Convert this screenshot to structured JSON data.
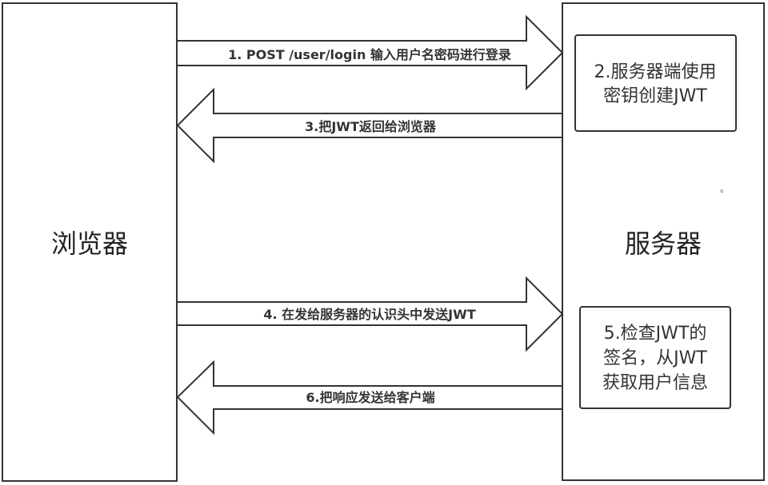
{
  "browser": {
    "label": "浏览器"
  },
  "server": {
    "label": "服务器",
    "dot": "。"
  },
  "arrows": [
    {
      "label": "1. POST /user/login 输入用户名密码进行登录"
    },
    {
      "label": "3.把JWT返回给浏览器"
    },
    {
      "label": "4. 在发给服务器的认识头中发送JWT"
    },
    {
      "label": "6.把响应发送给客户端"
    }
  ],
  "step2": {
    "lines": [
      "2.服务器端使用",
      "密钥创建JWT"
    ]
  },
  "step5": {
    "lines": [
      "5.检查JWT的",
      "签名，从JWT",
      "获取用户信息"
    ]
  }
}
